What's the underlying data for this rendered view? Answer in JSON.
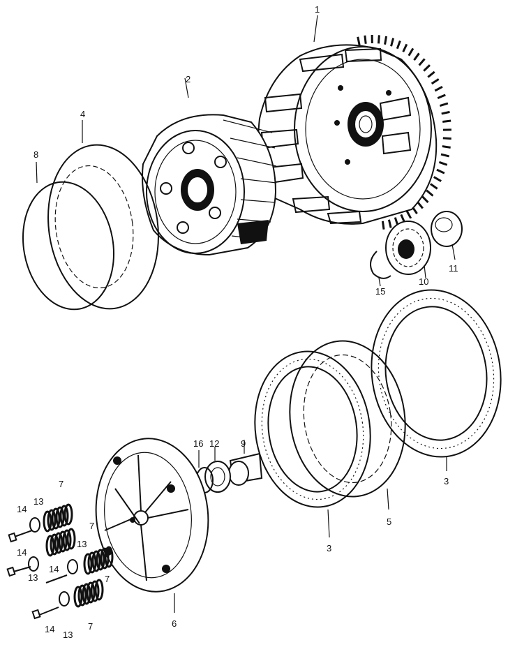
{
  "colors": {
    "ink": "#111111",
    "paper": "#ffffff"
  },
  "labels": {
    "p1": "1",
    "p2": "2",
    "p3a": "3",
    "p3b": "3",
    "p4": "4",
    "p5": "5",
    "p6": "6",
    "p7a": "7",
    "p7b": "7",
    "p7c": "7",
    "p7d": "7",
    "p8": "8",
    "p9": "9",
    "p10": "10",
    "p11": "11",
    "p12": "12",
    "p13a": "13",
    "p13b": "13",
    "p13c": "13",
    "p13d": "13",
    "p14a": "14",
    "p14b": "14",
    "p14c": "14",
    "p14d": "14",
    "p15": "15",
    "p16": "16"
  }
}
